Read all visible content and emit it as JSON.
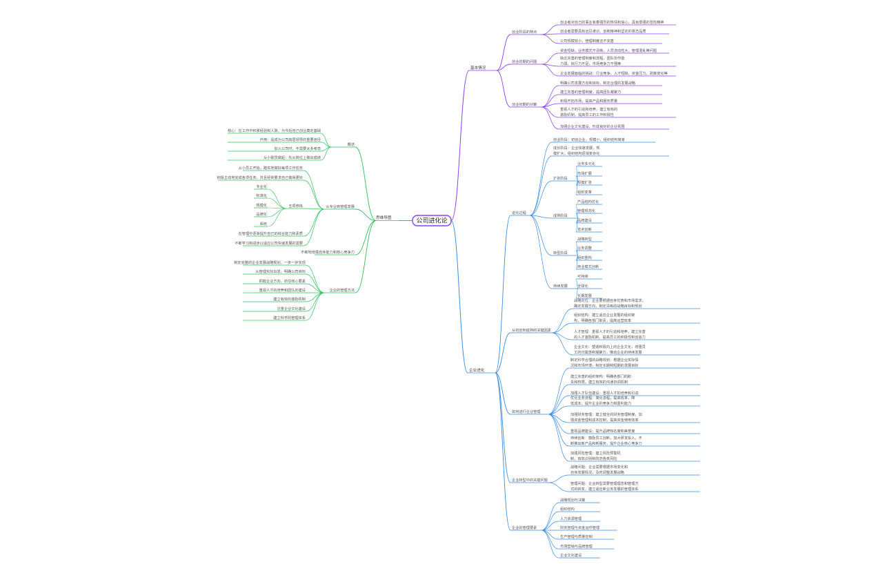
{
  "mindmap": {
    "root": "公司进化论",
    "colors": {
      "purple": "#8a3ff0",
      "green": "#2fbf5a",
      "blue": "#3a8be0"
    },
    "left": {
      "label": "思维导图",
      "children": [
        {
          "label": "概述",
          "children": [
            {
              "label": "核心：在工作中积累经验和人脉，为今后自己创业奠定基础"
            },
            {
              "label": "作用：是成为公司高层领导的重要途径"
            },
            {
              "label": "加入公司时，不需要太多考虑"
            },
            {
              "label": "从小职员做起：先从岗位上做出成绩"
            }
          ]
        },
        {
          "label": "从专业到管理发展",
          "children": [
            {
              "label": "从小员工开始，踏实地做好每项工作任务"
            },
            {
              "label": "积极主动地完成各项任务，并且经常要求自己做得更好"
            },
            {
              "label": "五项修炼",
              "children": [
                {
                  "label": "专业化"
                },
                {
                  "label": "标准化"
                },
                {
                  "label": "规模化"
                },
                {
                  "label": "品牌化"
                },
                {
                  "label": "系统"
                }
              ]
            },
            {
              "label": "在管理中逐渐提升自己的综合能力和素质"
            },
            {
              "label": "不断学习和进步以适应公司快速发展的需要"
            }
          ]
        },
        {
          "label": "不断地增强自身能力和核心竞争力"
        },
        {
          "label": "企业的管理方法",
          "children": [
            {
              "label": "制定完整的企业发展战略规划，一步一步实现"
            },
            {
              "label": "从管理实际出发，明确公司目标"
            },
            {
              "label": "把握企业方向，抓住核心要素"
            },
            {
              "label": "重视人才的培养和团队的建设"
            },
            {
              "label": "建立有效的激励机制"
            },
            {
              "label": "注重企业文化建设"
            },
            {
              "label": "建立科学的管理体系"
            }
          ]
        }
      ]
    },
    "right": [
      {
        "label": "基本情况",
        "color": "purple",
        "children": [
          {
            "label": "创业阶段的特点",
            "children": [
              {
                "label": "创业者对自己的事业有着强烈的热情和信心，具有很强的冒险精神"
              },
              {
                "label": "创业者需要具有远见卓识、创新精神和坚定的意志品质"
              },
              {
                "label": "公司规模较小，管理制度还不完善"
              }
            ]
          },
          {
            "label": "创业初期的问题",
            "children": [
              {
                "label": "资金短缺，业务模式不清晰，人员流动性大，管理混乱等问题"
              },
              {
                "label": "缺乏完善的管理制度和流程，团队协作能力弱，执行力不足，市场竞争力不强等"
              },
              {
                "label": "企业发展面临的挑战：行业竞争、人才短缺、资金压力、政策变化等"
              }
            ]
          },
          {
            "label": "创业初期的对策",
            "children": [
              {
                "label": "明确公司发展方向和目标，制定合理的发展战略"
              },
              {
                "label": "建立完善的管理制度，提高团队凝聚力"
              },
              {
                "label": "积极开拓市场，提高产品和服务质量"
              },
              {
                "label": "重视人才的引进和培养，建立有效的激励机制，提高员工的工作积极性"
              },
              {
                "label": "加强企业文化建设，形成良好的企业氛围"
              }
            ]
          }
        ]
      },
      {
        "label": "企业进化",
        "color": "blue",
        "children": [
          {
            "label": "进化过程",
            "children": [
              {
                "label": "创业阶段：初创企业，规模小，组织结构简单"
              },
              {
                "label": "成长阶段：企业快速发展，规模扩大，组织结构逐渐复杂化"
              },
              {
                "label": "扩张阶段",
                "children": [
                  {
                    "label": "业务多元化"
                  },
                  {
                    "label": "市场扩展"
                  },
                  {
                    "label": "规模扩张"
                  },
                  {
                    "label": "组织变革"
                  }
                ]
              },
              {
                "label": "成熟阶段",
                "children": [
                  {
                    "label": "产品结构优化"
                  },
                  {
                    "label": "管理规范化"
                  },
                  {
                    "label": "品牌建设"
                  },
                  {
                    "label": "技术创新"
                  }
                ]
              },
              {
                "label": "转型阶段",
                "children": [
                  {
                    "label": "战略转型"
                  },
                  {
                    "label": "业务调整"
                  },
                  {
                    "label": "组织重构"
                  },
                  {
                    "label": "商业模式创新"
                  }
                ]
              },
              {
                "label": "持续发展",
                "children": [
                  {
                    "label": "可持续"
                  },
                  {
                    "label": "全球化"
                  },
                  {
                    "label": "长期发展"
                  }
                ]
              }
            ]
          },
          {
            "label": "从初创到成熟的关键因素",
            "children": [
              {
                "label": "战略定位：企业要根据自身优势和市场需求，确定发展方向，制定清晰的战略目标和规划"
              },
              {
                "label": "组织结构：建立适应企业发展的组织架构，明确各部门职责，提高运营效率"
              },
              {
                "label": "人才管理：重视人才的引进和培养，建立完善的人才激励机制，提高员工的积极性和创造力"
              },
              {
                "label": "企业文化：塑造积极向上的企业文化，增强员工的归属感和凝聚力，推动企业的持续发展"
              }
            ]
          },
          {
            "label": "如何进行企业管理",
            "children": [
              {
                "label": "制定科学合理的战略规划：根据企业实际情况和市场环境，制定长期和短期的发展目标"
              },
              {
                "label": "建立完善的组织架构：明确各部门的职责和权限，建立有效的沟通协调机制"
              },
              {
                "label": "加强人才队伍建设：重视人才的培养和引进"
              },
              {
                "label": "优化业务流程：简化流程，提高效率，降低成本，提升企业的竞争力和盈利能力"
              },
              {
                "label": "加强财务管理：建立健全的财务管理制度，加强资金管理和成本控制，提高资金使用效率"
              },
              {
                "label": "重视品牌建设：提升品牌知名度和美誉度"
              },
              {
                "label": "持续创新：鼓励员工创新，加大研发投入，不断推出新产品和新服务，提升企业核心竞争力"
              },
              {
                "label": "加强风险管理：建立风险预警机制，有效识别和防范各类风险"
              }
            ]
          },
          {
            "label": "企业转型中的关键问题",
            "children": [
              {
                "label": "战略问题：企业需要根据市场变化和自身发展情况，及时调整发展战略"
              },
              {
                "label": "管理问题：企业转型需要管理理念和管理方式的转变，建立适应新业务发展的管理体系"
              }
            ]
          },
          {
            "label": "企业的管理要素",
            "children": [
              {
                "label": "战略规划与决策"
              },
              {
                "label": "组织结构"
              },
              {
                "label": "人力资源管理"
              },
              {
                "label": "财务管理与资金运作管理"
              },
              {
                "label": "生产管理与质量控制"
              },
              {
                "label": "市场营销与品牌管理"
              },
              {
                "label": "企业文化建设"
              }
            ]
          }
        ]
      }
    ]
  }
}
